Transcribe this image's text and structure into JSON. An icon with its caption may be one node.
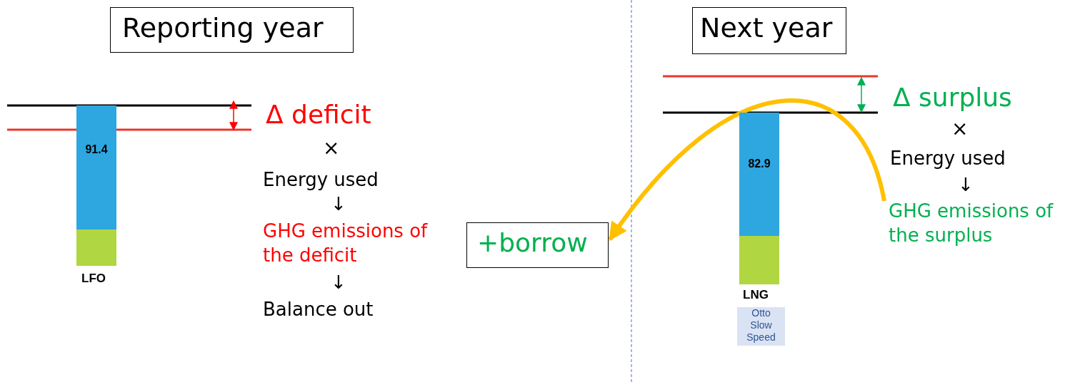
{
  "diagram": {
    "nodes": [
      {
        "text": [
          "Reporting year"
        ]
      },
      {
        "text": [
          "91.4"
        ]
      },
      {
        "text": [
          "Next year"
        ]
      },
      {
        "text": [
          "82.9"
        ]
      },
      {
        "text": [
          "Otto Slow Speed"
        ]
      },
      {
        "text": [
          "+borrow"
        ]
      },
      {
        "text": [
          "GHG emissions of the surplus"
        ]
      }
    ],
    "edges": [
      {
        "from": 6,
        "to": 5,
        "arrow": "to"
      }
    ],
    "labels": [
      "Δ deficit",
      "×",
      "Energy used",
      "↓",
      "GHG emissions of the deficit",
      "↓",
      "Balance out",
      "LFO",
      "Δ surplus",
      "×",
      "Energy used",
      "↓",
      "LNG"
    ]
  }
}
